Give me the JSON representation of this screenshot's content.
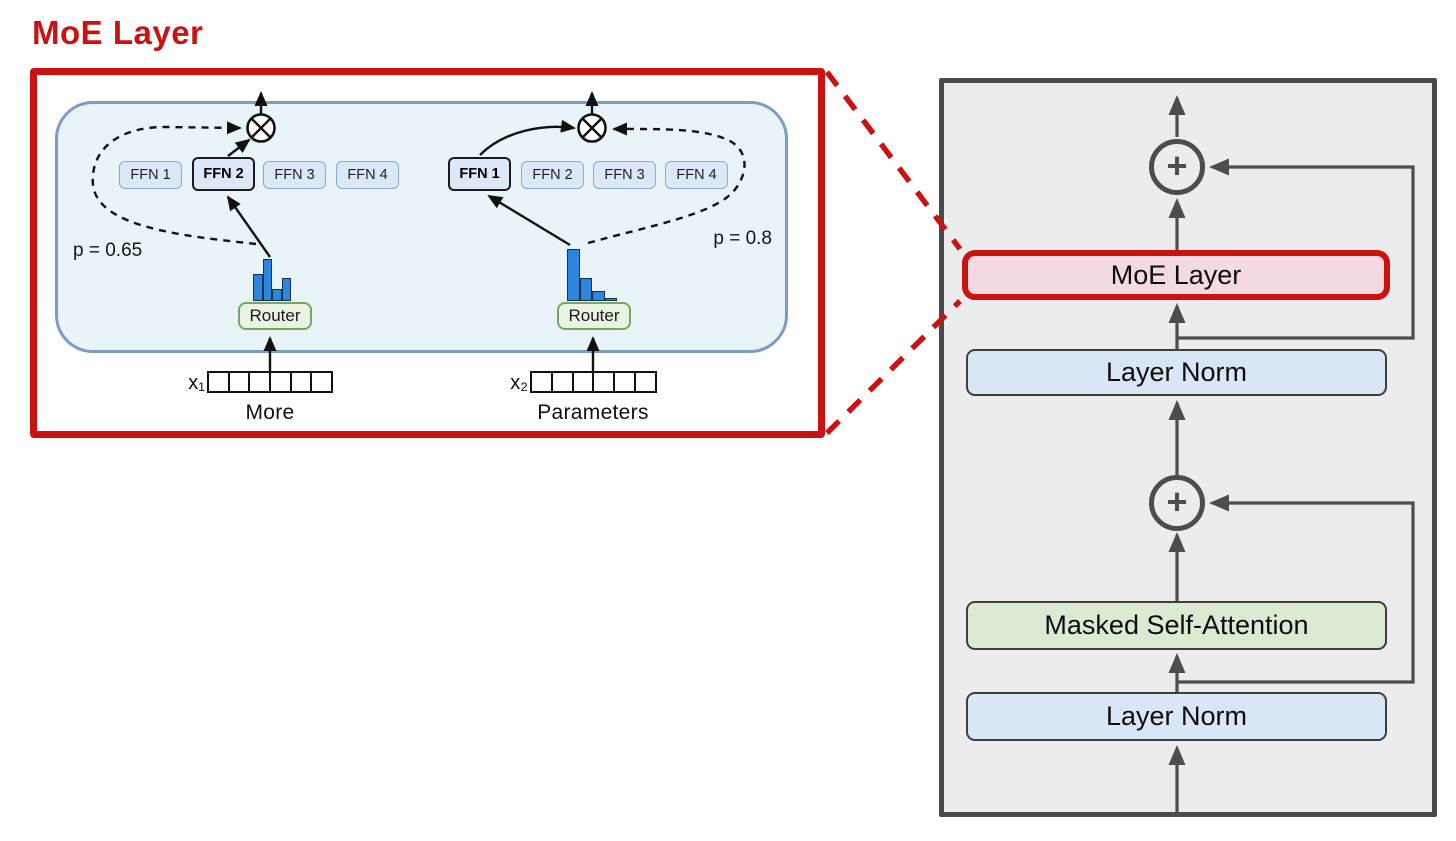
{
  "title": "MoE Layer",
  "colors": {
    "accent": "#cc1111",
    "expert_fill": "#dce7f8",
    "expert_border": "#8ca6d5",
    "selected_border": "#1b1b1b",
    "router_fill": "#e9f3e2",
    "router_border": "#74a85e",
    "bar_fill": "#2d86dd",
    "bar_border": "#16314a",
    "container_fill": "#e9f4f9",
    "container_border": "#7b9cc9",
    "panel_fill": "#ececec",
    "panel_border": "#4a4a4a",
    "arrow_dark": "#111111",
    "arrow_gray": "#4d4d4d",
    "moe_fill": "#f2d9e2",
    "layernorm_fill": "#d8e6f6",
    "attention_fill": "#dcead3",
    "block_border": "#3f3f3f"
  },
  "moe_panel": {
    "groups": [
      {
        "experts": [
          "FFN 1",
          "FFN 2",
          "FFN 3",
          "FFN 4"
        ],
        "selected_expert": "FFN 2",
        "probability": "p = 0.65",
        "router": "Router",
        "distribution": [
          0.42,
          0.65,
          0.18,
          0.35
        ],
        "token": "x₁",
        "cells": 6,
        "caption": "More"
      },
      {
        "experts": [
          "FFN 1",
          "FFN 2",
          "FFN 3",
          "FFN 4"
        ],
        "selected_expert": "FFN 1",
        "probability": "p = 0.8",
        "router": "Router",
        "distribution": [
          0.8,
          0.36,
          0.16,
          0.05
        ],
        "token": "x₂",
        "cells": 6,
        "caption": "Parameters"
      }
    ]
  },
  "transformer_panel": {
    "add_symbol": "+",
    "blocks": [
      {
        "label": "MoE Layer"
      },
      {
        "label": "Layer Norm"
      },
      {
        "label": "Masked Self-Attention"
      },
      {
        "label": "Layer Norm"
      }
    ]
  }
}
